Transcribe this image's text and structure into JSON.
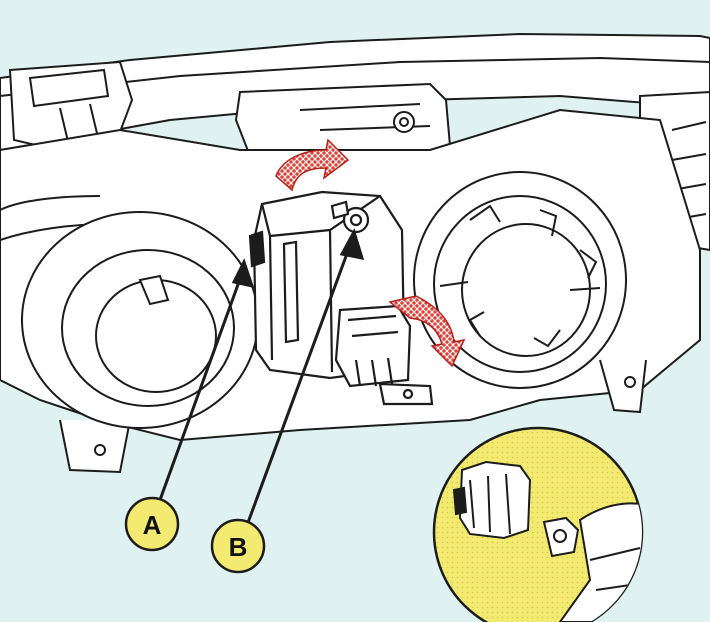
{
  "colors": {
    "background": "#dff1f1",
    "line": "#1c1c1c",
    "fill": "#ffffff",
    "callout": "#f3ea72",
    "arrow": "#e0443c"
  },
  "icons": {
    "rotation_arrow": "red-hatched-curved-arrow",
    "inset": "yellow-circular-detail-inset"
  },
  "callouts": [
    {
      "label": "A"
    },
    {
      "label": "B"
    }
  ]
}
